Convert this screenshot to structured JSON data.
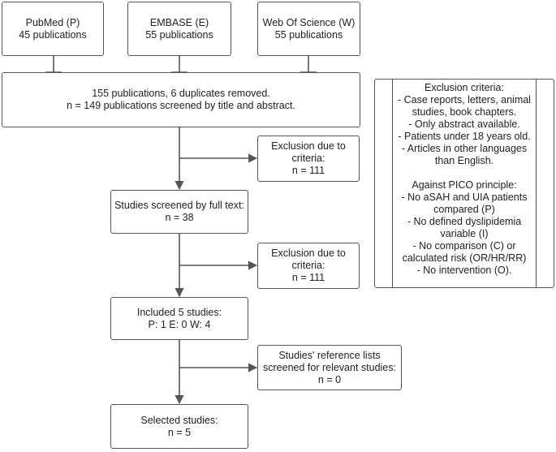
{
  "sources": [
    {
      "name": "PubMed (P)",
      "count": "45 publications"
    },
    {
      "name": "EMBASE (E)",
      "count": "55 publications"
    },
    {
      "name": "Web Of Science (W)",
      "count": "55 publications"
    }
  ],
  "merged": {
    "line1": "155 publications, 6 duplicates removed.",
    "line2": "n = 149 publications screened by title and abstract."
  },
  "exclusion1": {
    "line1": "Exclusion due to",
    "line2": "criteria:",
    "line3": "n = 111"
  },
  "fulltext": {
    "line1": "Studies screened by full text:",
    "line2": "n = 38"
  },
  "exclusion2": {
    "line1": "Exclusion due to",
    "line2": "criteria:",
    "line3": "n = 111"
  },
  "included": {
    "line1": "Included 5 studies:",
    "line2": "P: 1 E: 0 W: 4"
  },
  "reference": {
    "line1": "Studies' reference lists",
    "line2": "screened for relevant studies:",
    "line3": "n = 0"
  },
  "selected": {
    "line1": "Selected studies:",
    "line2": "n = 5"
  },
  "criteria": {
    "lines": [
      "Exclusion criteria:",
      "- Case reports, letters, animal",
      "studies, book chapters.",
      "- Only abstract available.",
      "- Patients under 18 years old.",
      "- Articles in other languages",
      "than English.",
      "",
      "Against PICO principle:",
      "- No aSAH and UIA patients",
      "compared (P)",
      "- No defined dyslipidemia",
      "variable (I)",
      "- No comparison (C) or",
      "calculated risk (OR/HR/RR)",
      "- No intervention (O)."
    ]
  },
  "colors": {
    "border": "#555555",
    "text": "#222222",
    "background": "#ffffff"
  }
}
